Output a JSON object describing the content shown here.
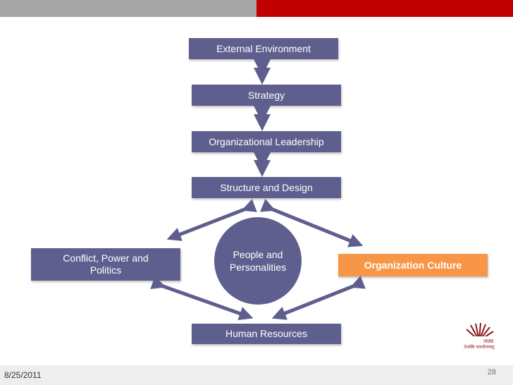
{
  "boxes": {
    "external_environment": "External Environment",
    "strategy": "Strategy",
    "organizational_leadership": "Organizational Leadership",
    "structure_and_design": "Structure and Design",
    "conflict": "Conflict, Power and Politics",
    "people": "People and Personalities",
    "organization_culture": "Organization Culture",
    "human_resources": "Human Resources"
  },
  "footer": {
    "date": "8/25/2011",
    "page": "28"
  },
  "logo": {
    "label": "IIMB",
    "motto": "तेजस्वि नावधीतमस्तु"
  },
  "colors": {
    "box": "#5f5f8f",
    "highlight": "#f79646",
    "top_left_bar": "#a6a6a6",
    "top_right_bar": "#c00000"
  }
}
